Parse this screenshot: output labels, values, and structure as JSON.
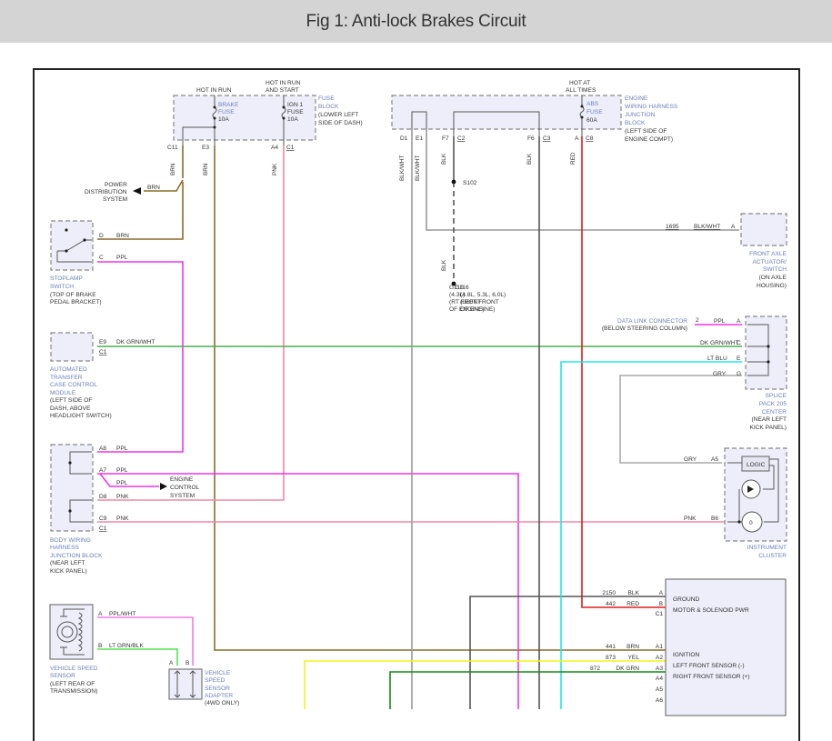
{
  "page": {
    "title": "Fig 1: Anti-lock Brakes Circuit"
  },
  "colors": {
    "BRN": "#8b6a2a",
    "PPL": "#ee33ee",
    "PNK": "#f28aa4",
    "RED": "#e21b1b",
    "BLK": "#555555",
    "BLK_WHT": "#999999",
    "DK_GRN_WHT": "#4caf50",
    "LT_BLU": "#22e5f0",
    "GRY": "#aaaaaa",
    "YEL": "#f4f21a",
    "DK_GRN": "#178a17",
    "LT_GRN_BLK": "#55e055",
    "PPL_WHT": "#f07ce8",
    "component_label": "#6a7fb8",
    "component_fill": "#eeeefa"
  },
  "fuse_block": {
    "hot_in_run": "HOT IN RUN",
    "hot_in_run_start_1": "HOT IN RUN",
    "hot_in_run_start_2": "AND START",
    "brake_fuse": [
      "BRAKE",
      "FUSE",
      "10A"
    ],
    "ign_fuse": [
      "IGN 1",
      "FUSE",
      "10A"
    ],
    "name": [
      "FUSE",
      "BLOCK"
    ],
    "location": [
      "(LOWER LEFT",
      "SIDE OF DASH)"
    ],
    "pins": {
      "c11": "C11",
      "e3": "E3",
      "a4": "A4",
      "c1": "C1"
    }
  },
  "engine_junction": {
    "hot": [
      "HOT AT",
      "ALL TIMES"
    ],
    "abs_fuse": [
      "ABS",
      "FUSE",
      "60A"
    ],
    "name": [
      "ENGINE",
      "WIRING HARNESS",
      "JUNCTION",
      "BLOCK"
    ],
    "location": [
      "(LEFT SIDE OF",
      "ENGINE COMPT)"
    ],
    "pins": {
      "d1": "D1",
      "e1": "E1",
      "f7": "F7",
      "c2": "C2",
      "f6": "F6",
      "c3": "C3",
      "a": "A",
      "c8": "C8"
    }
  },
  "vertical_wire_labels": {
    "brn1": "BRN",
    "brn2": "BRN",
    "pnk": "PNK",
    "blkwht1": "BLK/WHT",
    "blkwht2": "BLK/WHT",
    "blk1": "BLK",
    "blk2": "BLK",
    "red": "RED",
    "blk3": "BLK"
  },
  "power_distribution": {
    "lines": [
      "POWER",
      "DISTRIBUTION",
      "SYSTEM"
    ],
    "wire": "BRN"
  },
  "splice_s102": "S102",
  "ground_g110": {
    "overlap_1": [
      "G110",
      "(4.3L)",
      "(RT FRONT",
      "OF ENGINE)"
    ],
    "overlap_2": [
      "G116",
      "(4.8L, 5.3L, 6.0L)",
      "(LEFT FRONT",
      "OF ENGINE)"
    ]
  },
  "stoplamp_switch": {
    "pins": {
      "d": "D",
      "c": "C"
    },
    "wires": {
      "d": "BRN",
      "c": "PPL"
    },
    "name": [
      "STOPLAMP",
      "SWITCH"
    ],
    "location": [
      "(TOP OF BRAKE",
      "PEDAL BRACKET)"
    ]
  },
  "front_axle": {
    "circuit": "1695",
    "wire": "BLK/WHT",
    "pin": "A",
    "name": [
      "FRONT AXLE",
      "ACTUATOR/",
      "SWITCH"
    ],
    "location": [
      "(ON AXLE",
      "HOUSING)"
    ]
  },
  "data_link": {
    "name": "DATA LINK CONNECTOR",
    "location": "(BELOW STEERING COLUMN)",
    "pin": "2",
    "wire": "PPL"
  },
  "splice_pack": {
    "rows": [
      {
        "wire": "PPL",
        "pin": "A"
      },
      {
        "wire": "DK GRN/WHT",
        "pin": "C"
      },
      {
        "wire": "LT BLU",
        "pin": "E"
      },
      {
        "wire": "GRY",
        "pin": "G"
      }
    ],
    "name": [
      "SPLICE",
      "PACK 205",
      "CENTER"
    ],
    "location": [
      "(NEAR LEFT",
      "KICK PANEL)"
    ]
  },
  "transfer_case": {
    "pins": {
      "e9": "E9",
      "c1": "C1"
    },
    "wire": "DK GRN/WHT",
    "name": [
      "AUTOMATED",
      "TRANSFER",
      "CASE CONTROL",
      "MODULE"
    ],
    "location": [
      "(LEFT SIDE OF",
      "DASH, ABOVE",
      "HEADLIGHT SWITCH)"
    ]
  },
  "body_junction": {
    "rows": [
      {
        "pin": "A8",
        "wire": "PPL"
      },
      {
        "pin": "A7",
        "wire": "PPL"
      },
      {
        "pin": "D8",
        "wire": "PNK"
      },
      {
        "pin": "C9",
        "wire": "PNK"
      }
    ],
    "branch_wire": "PPL",
    "c1": "C1",
    "engine_control": [
      "ENGINE",
      "CONTROL",
      "SYSTEM"
    ],
    "name": [
      "BODY WIRING",
      "HARNESS",
      "JUNCTION BLOCK"
    ],
    "location": [
      "(NEAR LEFT",
      "KICK PANEL)"
    ]
  },
  "instrument_cluster": {
    "gry": {
      "wire": "GRY",
      "pin": "A5"
    },
    "pnk": {
      "wire": "PNK",
      "pin": "B6"
    },
    "logic": "LOGIC",
    "gauge": "0",
    "name": [
      "INSTRUMENT",
      "CLUSTER"
    ]
  },
  "ebcm": {
    "rows": [
      {
        "circuit": "2150",
        "wire": "BLK",
        "pin": "A",
        "function": "GROUND"
      },
      {
        "circuit": "442",
        "wire": "RED",
        "pin": "B",
        "function": "MOTOR & SOLENOID PWR"
      },
      {
        "circuit": "",
        "wire": "",
        "pin": "C1",
        "function": ""
      },
      {
        "circuit": "441",
        "wire": "BRN",
        "pin": "A1",
        "function": "IGNITION"
      },
      {
        "circuit": "873",
        "wire": "YEL",
        "pin": "A2",
        "function": "LEFT FRONT SENSOR (-)"
      },
      {
        "circuit": "872",
        "wire": "DK GRN",
        "pin": "A3",
        "function": "RIGHT FRONT SENSOR (+)"
      },
      {
        "circuit": "",
        "wire": "",
        "pin": "A4",
        "function": ""
      },
      {
        "circuit": "",
        "wire": "",
        "pin": "A5",
        "function": ""
      },
      {
        "circuit": "",
        "wire": "",
        "pin": "A6",
        "function": ""
      }
    ]
  },
  "vss": {
    "pins": {
      "a": "A",
      "b": "B"
    },
    "wires": {
      "a": "PPL/WHT",
      "b": "LT GRN/BLK"
    },
    "name": [
      "VEHICLE SPEED",
      "SENSOR"
    ],
    "location": [
      "(LEFT REAR OF",
      "TRANSMISSION)"
    ]
  },
  "vss_adapter": {
    "pins": {
      "a": "A",
      "b": "B"
    },
    "name": [
      "VEHICLE",
      "SPEED",
      "SENSOR",
      "ADAPTER"
    ],
    "location": [
      "(4WD ONLY)"
    ]
  }
}
